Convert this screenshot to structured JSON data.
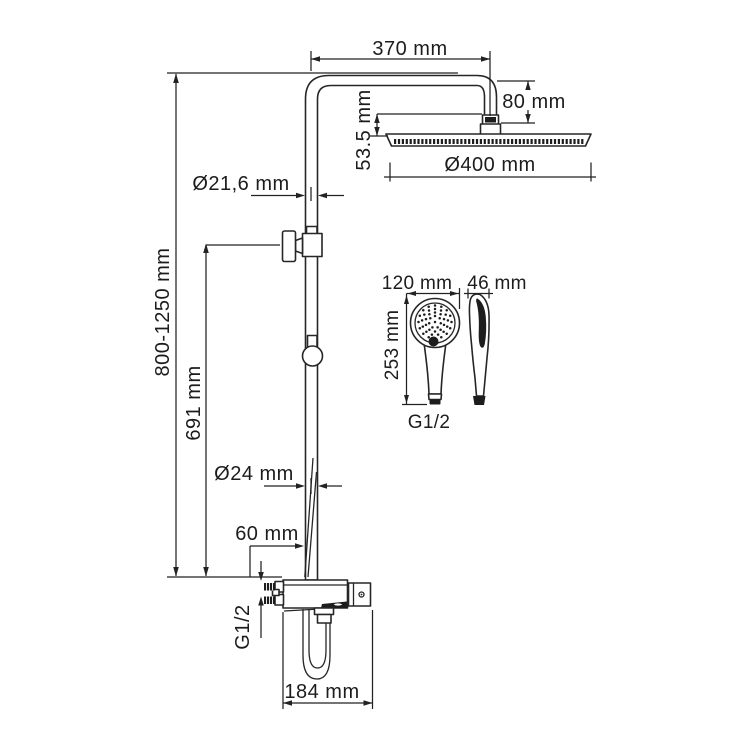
{
  "diagram": {
    "title": "shower-system-technical-drawing",
    "colors": {
      "line": "#262626",
      "dimension": "#222222",
      "background": "#ffffff"
    },
    "dimensions": {
      "arm_length": "370 mm",
      "arm_drop": "80 mm",
      "head_to_arm": "53.5 mm",
      "head_diameter": "Ø400 mm",
      "upper_pipe_diameter": "Ø21,6 mm",
      "overall_height": "800-1250 mm",
      "lower_section_height": "691 mm",
      "lower_pipe_diameter": "Ø24 mm",
      "mixer_offset": "60 mm",
      "mixer_connection_thread": "G1/2",
      "mixer_width": "184 mm",
      "handshower_head_width": "120 mm",
      "handshower_depth": "46 mm",
      "handshower_length": "253 mm",
      "handshower_thread": "G1/2"
    }
  }
}
